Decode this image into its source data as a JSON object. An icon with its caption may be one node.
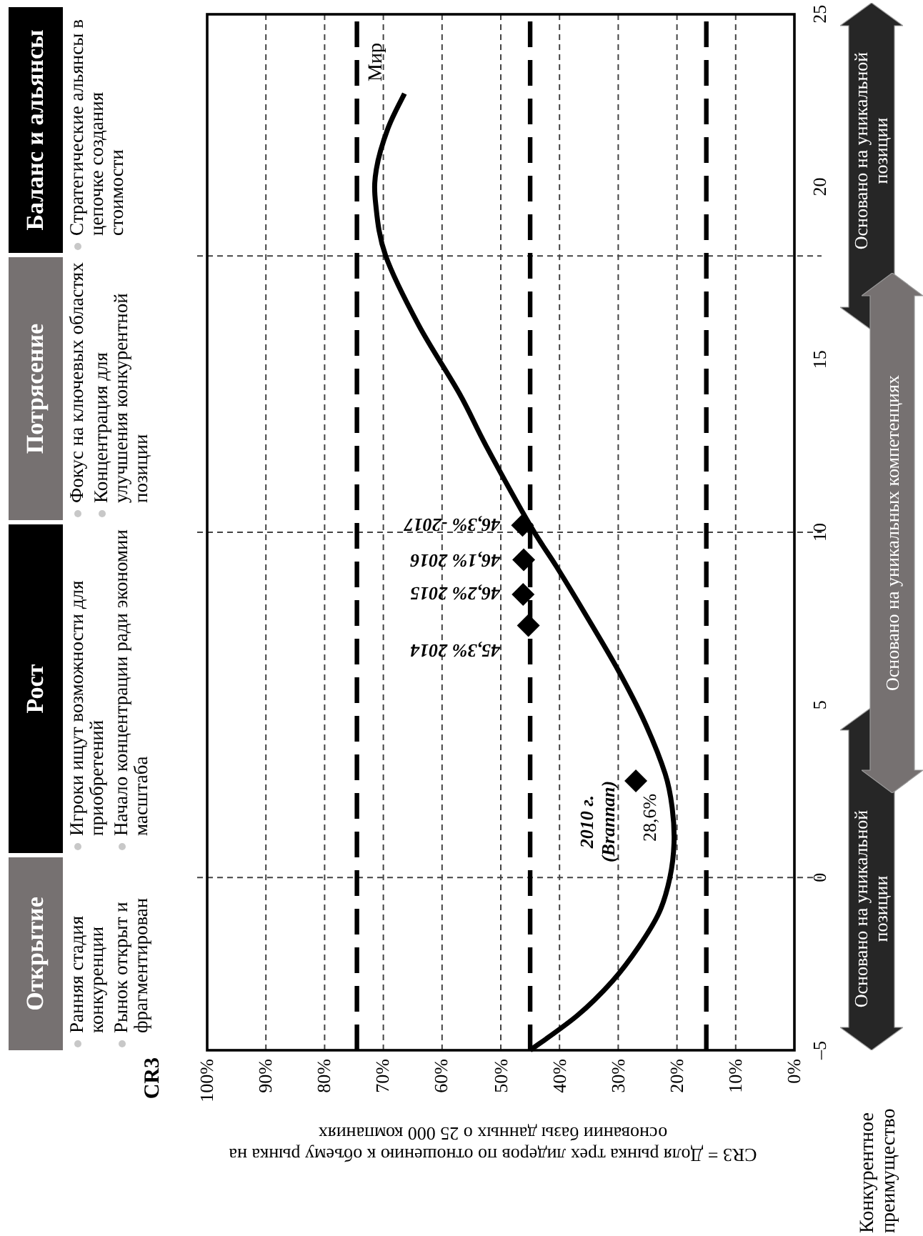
{
  "diagram": {
    "nodes": [
      {
        "text": [
          "Открытие",
          "Ранняя стадия конкуренции",
          "Рынок открыт и фрагментирован"
        ]
      },
      {
        "text": [
          "Рост",
          "Игроки ищут возможности для приобретений",
          "Начало концентрации ради экономии масштаба"
        ]
      },
      {
        "text": [
          "Потрясение",
          "Фокус на ключевых областях",
          "Концентрация для улучшения конкурентной позиции"
        ]
      },
      {
        "text": [
          "Баланс и альянсы",
          "Стратегические альянсы в цепочке создания стоимости"
        ]
      },
      {
        "text": [
          "Основано на уникальной позиции"
        ]
      },
      {
        "text": [
          "Основано на уникальных компетенциях"
        ]
      },
      {
        "text": [
          "Основано на уникальной позиции"
        ]
      }
    ],
    "labels": [
      "CR3",
      "100%",
      "90%",
      "80%",
      "70%",
      "60%",
      "50%",
      "40%",
      "30%",
      "20%",
      "10%",
      "0%",
      "–5",
      "0",
      "5",
      "10",
      "15",
      "20",
      "25",
      "Мир",
      "2010 г. (Brannan)",
      "28,6%",
      "45,3% 2014",
      "46,2% 2015",
      "46,1% 2016",
      "46,3% -2017",
      "CR3 = Доля рынка трех лидеров по отношению к объему рынка на основании базы данных о 25 000 компаниях",
      "Конкурентное преимущество"
    ]
  }
}
